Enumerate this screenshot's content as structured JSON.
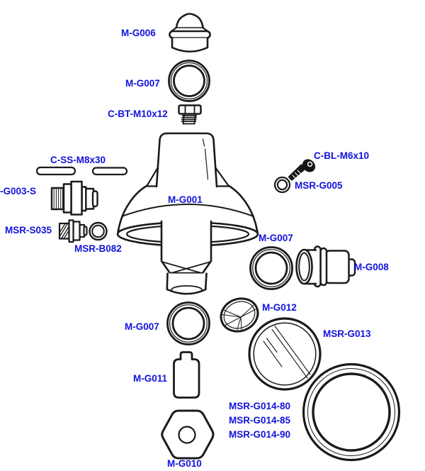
{
  "diagram": {
    "type": "exploded-parts-diagram",
    "colors": {
      "line": "#1a1a1a",
      "label": "#1212DE",
      "background": "#ffffff"
    },
    "labels": {
      "m_g006": {
        "text": "M-G006"
      },
      "m_g007_top": {
        "text": "M-G007"
      },
      "c_bt_m10x12": {
        "text": "C-BT-M10x12"
      },
      "c_ss_m8x30": {
        "text": "C-SS-M8x30"
      },
      "g003_s": {
        "text": "-G003-S"
      },
      "c_bl_m6x10": {
        "text": "C-BL-M6x10"
      },
      "msr_g005": {
        "text": "MSR-G005"
      },
      "m_g001": {
        "text": "M-G001"
      },
      "msr_s035": {
        "text": "MSR-S035"
      },
      "msr_b082": {
        "text": "MSR-B082"
      },
      "m_g007_right": {
        "text": "M-G007"
      },
      "m_g008": {
        "text": "M-G008"
      },
      "m_g012": {
        "text": "M-G012"
      },
      "m_g007_bottom": {
        "text": "M-G007"
      },
      "msr_g013": {
        "text": "MSR-G013"
      },
      "m_g011": {
        "text": "M-G011"
      },
      "msr_g014_80": {
        "text": "MSR-G014-80"
      },
      "msr_g014_85": {
        "text": "MSR-G014-85"
      },
      "msr_g014_90": {
        "text": "MSR-G014-90"
      },
      "m_g010": {
        "text": "M-G010"
      }
    }
  }
}
